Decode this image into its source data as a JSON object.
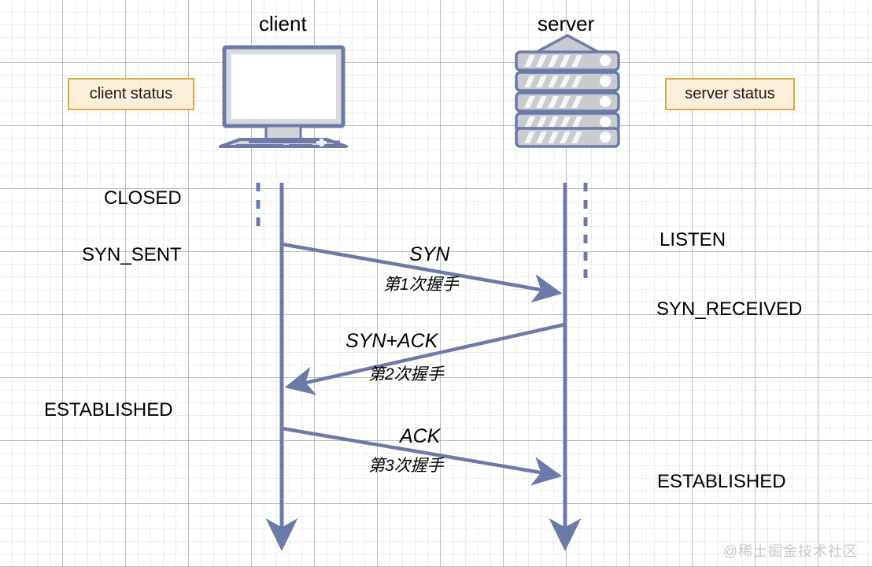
{
  "diagram": {
    "title_client": "client",
    "title_server": "server",
    "watermark": "@稀土掘金技术社区",
    "colors": {
      "line": "#6b7aa8",
      "icon_stroke": "#6b7aa8",
      "icon_fill": "#d2d4d8",
      "status_fill": "#fdf0da",
      "status_border": "#d6a941",
      "text": "#000000",
      "grid_major": "#969696",
      "grid_minor": "#bebebe"
    }
  },
  "legend": {
    "client_status": "client status",
    "server_status": "server status"
  },
  "client_states": [
    {
      "label": "CLOSED"
    },
    {
      "label": "SYN_SENT"
    },
    {
      "label": "ESTABLISHED"
    }
  ],
  "server_states": [
    {
      "label": "LISTEN"
    },
    {
      "label": "SYN_RECEIVED"
    },
    {
      "label": "ESTABLISHED"
    }
  ],
  "messages": [
    {
      "name": "SYN",
      "step": "第1次握手",
      "direction": "client-to-server"
    },
    {
      "name": "SYN+ACK",
      "step": "第2次握手",
      "direction": "server-to-client"
    },
    {
      "name": "ACK",
      "step": "第3次握手",
      "direction": "client-to-server"
    }
  ],
  "icons": {
    "client": "desktop-computer-icon",
    "server": "server-rack-icon"
  }
}
